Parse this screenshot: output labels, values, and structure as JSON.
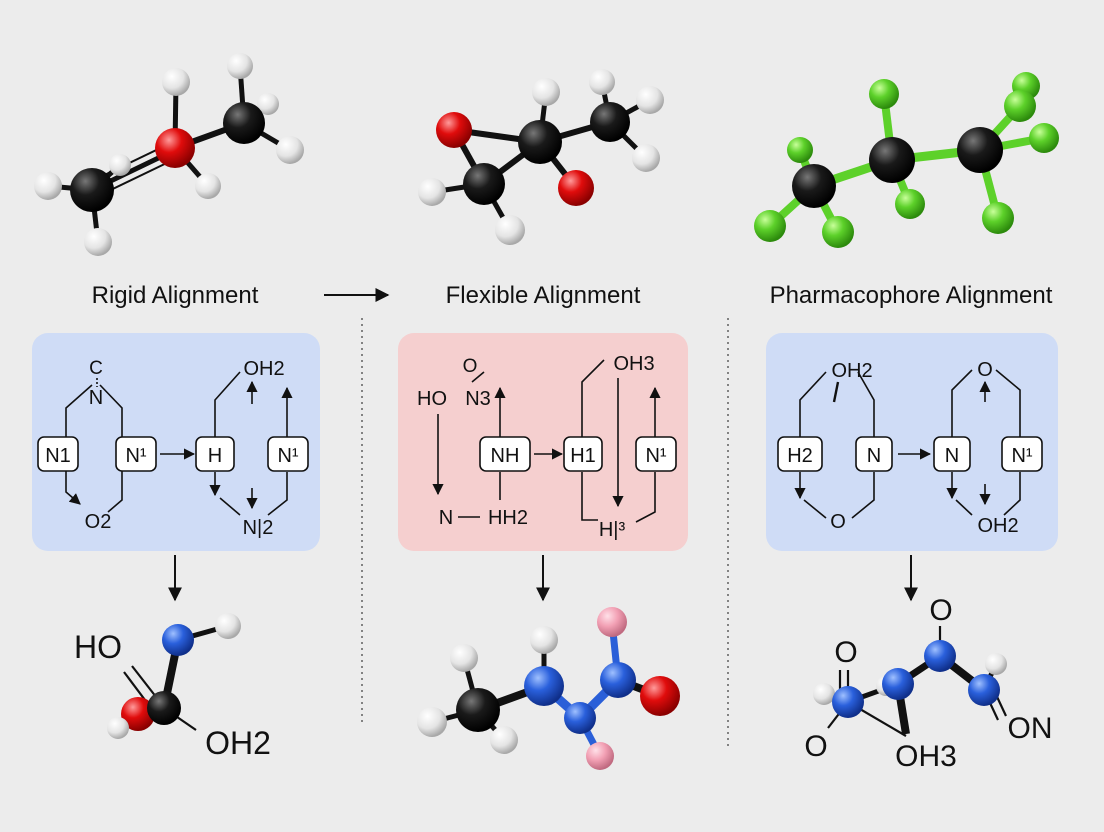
{
  "colors": {
    "background": "#ececec",
    "carbon": "#111111",
    "hydrogen": "#f2f2f2",
    "oxygen": "#e01010",
    "nitrogen": "#2a5fd8",
    "halogen": "#5fd02a",
    "pink": "#f2a0b4",
    "panel_blue": "#cfdcf6",
    "panel_red": "#f5cfcf",
    "ink": "#111111"
  },
  "columns": [
    {
      "title": "Rigid Alignment",
      "panel": {
        "labels": [
          "C",
          "N",
          "N1",
          "N¹",
          "H",
          "OH2",
          "N¹",
          "O2",
          "N|2"
        ]
      },
      "bottom_labels": [
        "HO",
        "OH2"
      ]
    },
    {
      "title": "Flexible Alignment",
      "panel": {
        "labels": [
          "O",
          "HO",
          "N3",
          "OH3",
          "NH",
          "H1",
          "N¹",
          "N",
          "HH2",
          "H|³"
        ]
      },
      "bottom_labels": []
    },
    {
      "title": "Pharmacophore Alignment",
      "panel": {
        "labels": [
          "OH2",
          "O",
          "H2",
          "N",
          "N",
          "N¹",
          "O",
          "OH2"
        ]
      },
      "bottom_labels": [
        "O",
        "O",
        "O",
        "OH3",
        "ON"
      ]
    }
  ]
}
